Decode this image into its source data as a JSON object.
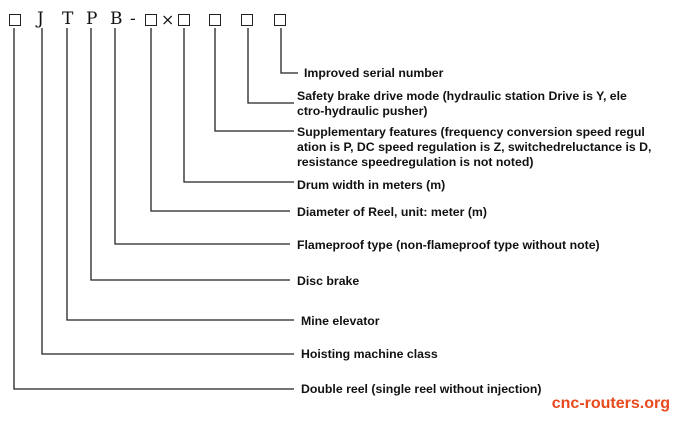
{
  "code": {
    "symbols": [
      "□",
      "J",
      "T",
      "P",
      "B",
      "-",
      "□",
      "×",
      "□",
      "□",
      "□",
      "□"
    ]
  },
  "labels": [
    "Improved serial number",
    "Safety brake drive mode (hydraulic station Drive is Y, ele\nctro-hydraulic pusher)",
    "Supplementary features (frequency conversion speed regul\nation is P, DC speed regulation is Z, switchedreluctance is D,\n resistance speedregulation is not noted)",
    "Drum width in meters (m)",
    "Diameter of Reel, unit: meter (m)",
    "Flameproof type (non-flameproof type without note)",
    "Disc brake",
    "Mine elevator",
    "Hoisting machine class",
    "Double reel (single reel without injection)"
  ],
  "watermark": "cnc-routers.org",
  "colors": {
    "line": "#222222",
    "text": "#111111",
    "watermark": "#e8491d"
  }
}
